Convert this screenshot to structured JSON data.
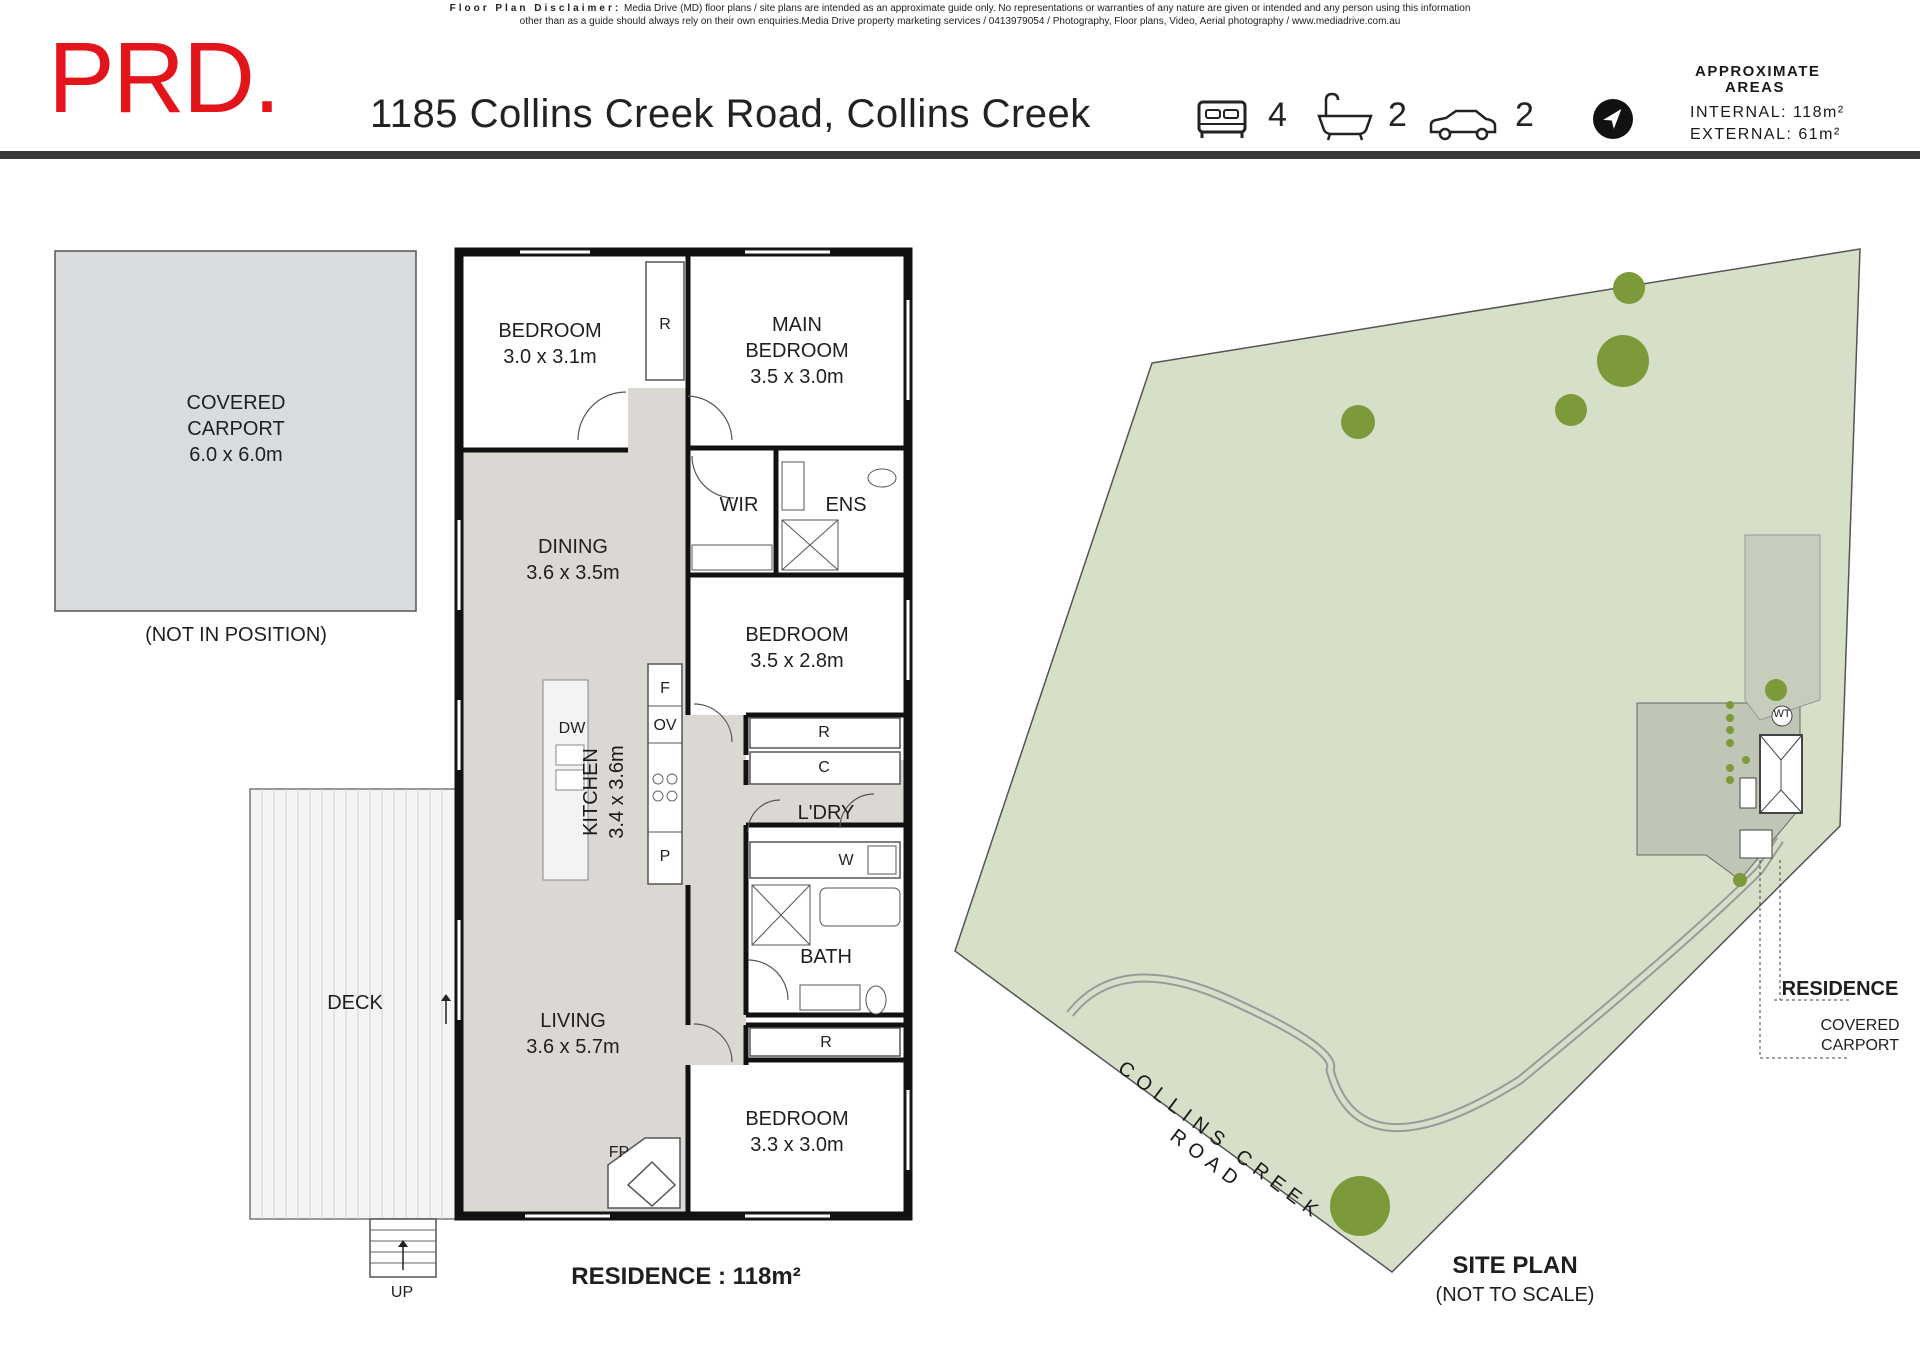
{
  "disclaimer": {
    "lead": "Floor Plan Disclaimer:",
    "line1": "Media Drive (MD) floor plans / site plans are intended as an approximate guide only.  No representations or warranties of any nature are given or intended and any person using this information",
    "line2": "other than as a guide should always rely on their own enquiries.Media Drive property marketing services / 0413979054 / Photography, Floor plans,  Video, Aerial photography / www.mediadrive.com.au"
  },
  "brand": {
    "logo": "PRD.",
    "color": "#e3151b"
  },
  "address": "1185 Collins Creek Road, Collins Creek",
  "features": {
    "beds": "4",
    "baths": "2",
    "cars": "2",
    "bed_icon": "bed-icon",
    "bath_icon": "bath-icon",
    "car_icon": "car-icon",
    "compass_icon": "north-compass-icon"
  },
  "areas": {
    "title": "APPROXIMATE AREAS",
    "internal_label": "INTERNAL:",
    "internal_value": "118m²",
    "external_label": "EXTERNAL:",
    "external_value": "61m²"
  },
  "carport": {
    "name": "COVERED",
    "name2": "CARPORT",
    "size": "6.0 x 6.0m",
    "note": "(NOT IN POSITION)"
  },
  "rooms": {
    "bedroom1": {
      "name": "BEDROOM",
      "size": "3.0 x 3.1m"
    },
    "main_bedroom": {
      "name1": "MAIN",
      "name2": "BEDROOM",
      "size": "3.5 x 3.0m"
    },
    "wir": "WIR",
    "ens": "ENS",
    "dining": {
      "name": "DINING",
      "size": "3.6 x 3.5m"
    },
    "bedroom2": {
      "name": "BEDROOM",
      "size": "3.5 x 2.8m"
    },
    "kitchen": {
      "name": "KITCHEN",
      "size": "3.4 x 3.6m"
    },
    "laundry": "L'DRY",
    "bath": "BATH",
    "living": {
      "name": "LIVING",
      "size": "3.6 x 5.7m"
    },
    "bedroom3": {
      "name": "BEDROOM",
      "size": "3.3 x 3.0m"
    },
    "deck": "DECK",
    "up": "UP",
    "fp": "FP"
  },
  "fixtures": {
    "r": "R",
    "c": "C",
    "f": "F",
    "ov": "OV",
    "p": "P",
    "dw": "DW",
    "w": "W",
    "wt": "WT"
  },
  "residence_caption": "RESIDENCE : 118m²",
  "site": {
    "road": "COLLINS CREEK ROAD",
    "residence": "RESIDENCE",
    "carport1": "COVERED",
    "carport2": "CARPORT",
    "title": "SITE PLAN",
    "subtitle": "(NOT TO SCALE)",
    "land_color": "#d6e0c8"
  }
}
